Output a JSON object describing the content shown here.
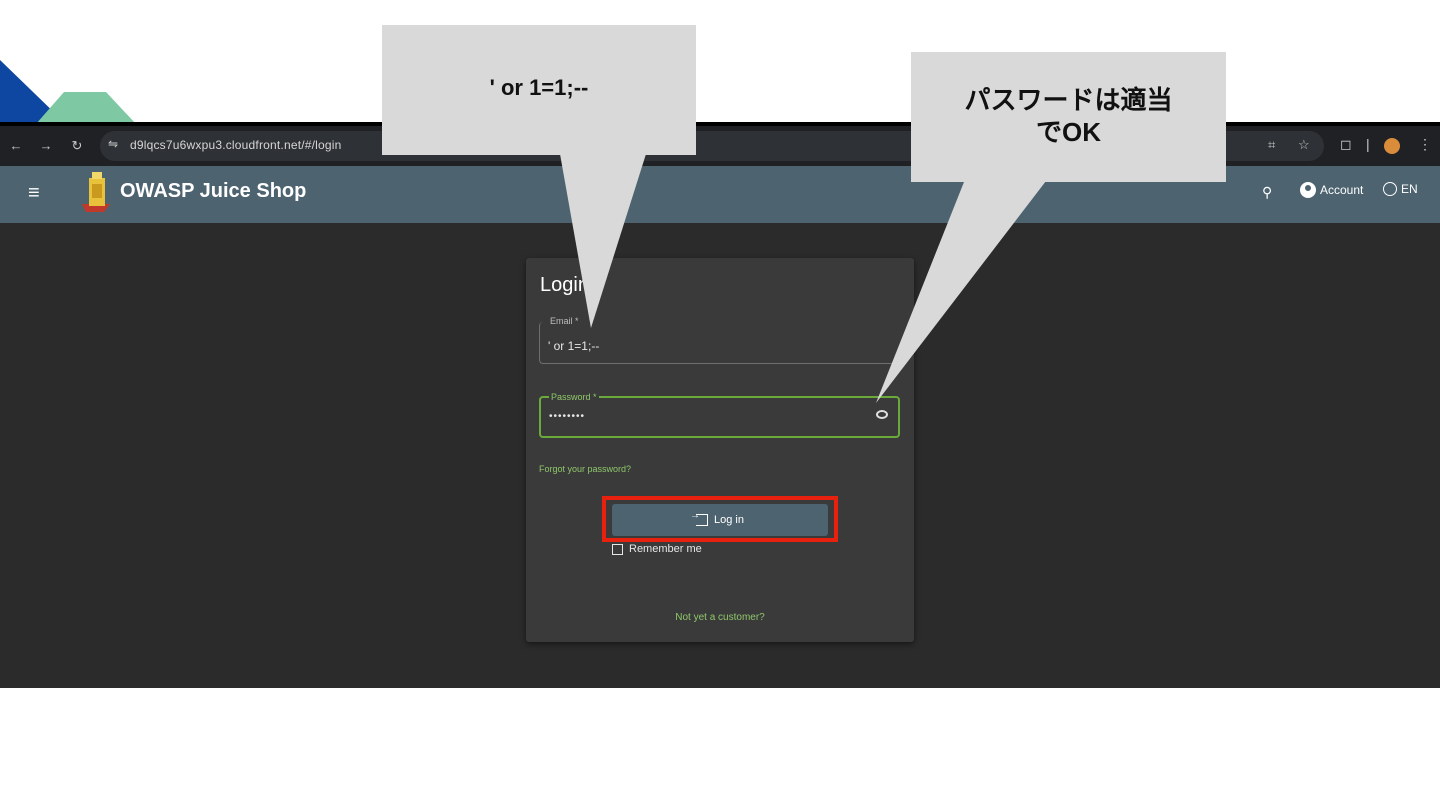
{
  "callouts": {
    "injection_text": "' or 1=1;--",
    "password_note_line1": "パスワードは適当",
    "password_note_line2": "でOK"
  },
  "browser": {
    "url": "d9lqcs7u6wxpu3.cloudfront.net/#/login"
  },
  "app": {
    "title": "OWASP Juice Shop",
    "account_label": "Account",
    "language_label": "EN"
  },
  "login": {
    "title": "Login",
    "email_label": "Email *",
    "email_value": "' or 1=1;--",
    "password_label": "Password *",
    "password_value": "••••••••",
    "forgot_link": "Forgot your password?",
    "login_button": "Log in",
    "remember_me": "Remember me",
    "not_yet_customer": "Not yet a customer?"
  },
  "colors": {
    "appbar": "#4d6370",
    "accent_green": "#8fc76a",
    "highlight_red": "#e8210f",
    "callout_gray": "#d9d9d9"
  }
}
